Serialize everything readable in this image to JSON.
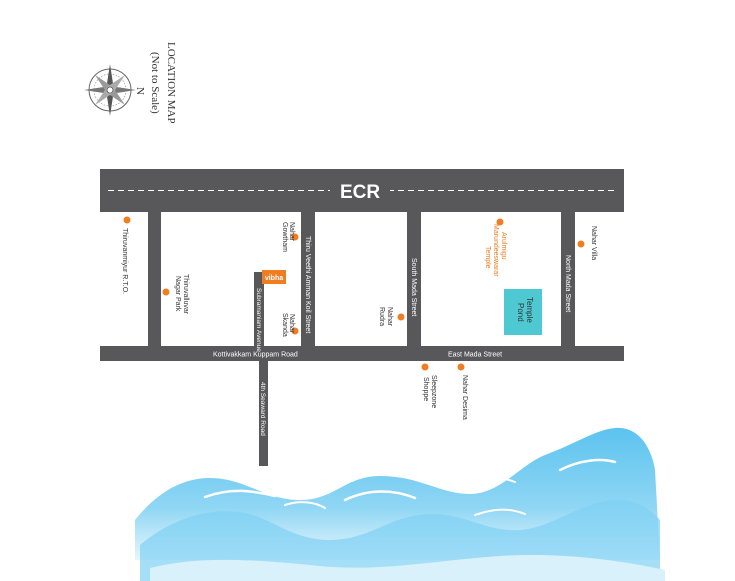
{
  "title": {
    "main": "LOCATION MAP",
    "sub": "(Not to Scale)",
    "north": "N"
  },
  "roads": {
    "ecr": "ECR",
    "kottivakkam": "Kottivakkam Kuppam Road",
    "east_mada": "East Mada Street",
    "thiru_veethi": "Thiru Veethi Amman Koil Street",
    "south_mada": "South Mada Street",
    "north_mada": "North Mada Street",
    "subramaniam": "Subramaniam Avenue",
    "seaward": "4th Seaward Road"
  },
  "landmarks": {
    "thiruvanmiyur_rto": "Thiruvanmiyur R.T.O.",
    "thiruvalluvar_park_1": "Thiruvalluvar",
    "thiruvalluvar_park_2": "Nagar Park",
    "nahar_gowtham_1": "Nahar",
    "nahar_gowtham_2": "Gowtham",
    "vibha": "vibha",
    "nahar_skanda_1": "Nahar",
    "nahar_skanda_2": "Skanda",
    "nahar_rudra_1": "Nahar",
    "nahar_rudra_2": "Rudra",
    "arulmigu_1": "Arulmigu",
    "arulmigu_2": "Marundeeswarar",
    "arulmigu_3": "Temple",
    "nahar_villa": "Nahar Villa",
    "temple_pond_1": "Temple",
    "temple_pond_2": "Pond",
    "sleepzone_1": "Sleepzone",
    "sleepzone_2": "Shoppe",
    "nahar_desima": "Nahar Desima"
  },
  "colors": {
    "road": "#58585a",
    "marker": "#ef7d22",
    "pond": "#4fc9d1",
    "sea_light": "#d8f1fb",
    "sea": "#5cc3ef",
    "wave": "#ffffff"
  }
}
